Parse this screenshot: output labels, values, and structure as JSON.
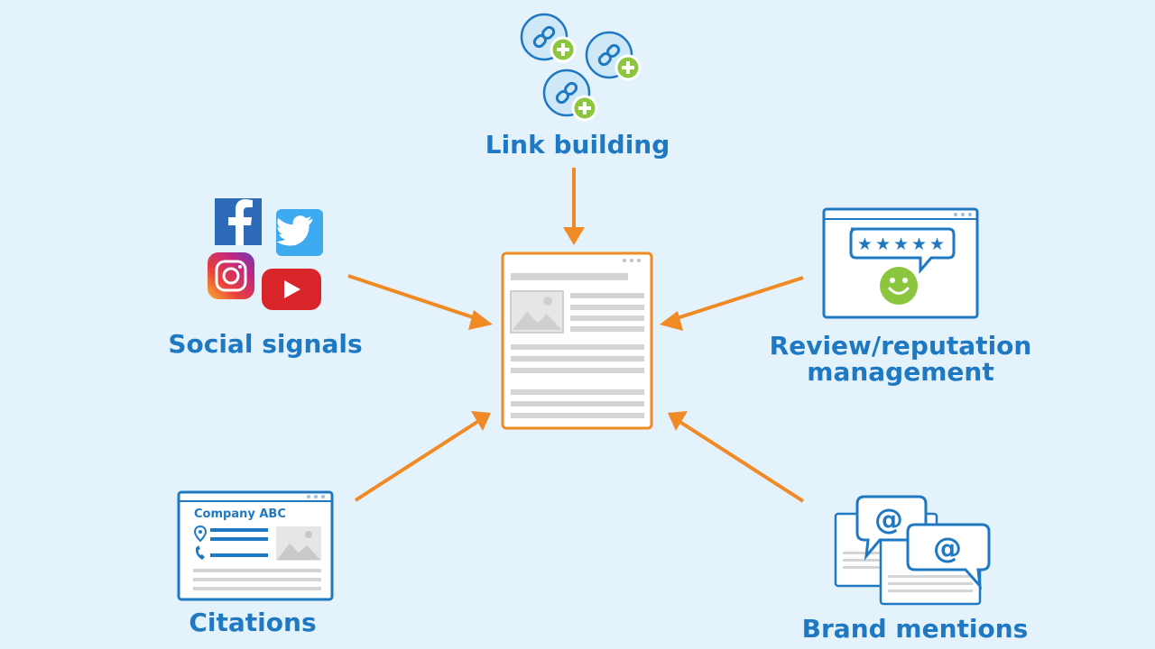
{
  "colors": {
    "background": "#e4f2fc",
    "accent_blue": "#1e78c2",
    "arrow_orange": "#f08a24",
    "plus_green": "#8cc63f",
    "panel_grey": "#d4d4d4"
  },
  "nodes": {
    "link_building": {
      "label": "Link building",
      "icon": "link-plus-icons"
    },
    "social_signals": {
      "label": "Social signals",
      "icons": [
        "facebook-icon",
        "twitter-icon",
        "instagram-icon",
        "youtube-icon"
      ]
    },
    "review": {
      "label_line1": "Review/reputation",
      "label_line2": "management",
      "rating": "★★★★★",
      "icon": "smiley-face-icon"
    },
    "citations": {
      "label": "Citations",
      "company_name": "Company ABC",
      "icons": [
        "location-pin-icon",
        "phone-icon"
      ]
    },
    "brand_mentions": {
      "label": "Brand mentions",
      "mention_symbol": "@"
    }
  },
  "center": {
    "icon": "web-page-icon"
  }
}
